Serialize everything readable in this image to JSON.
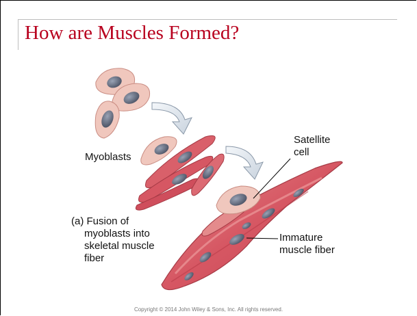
{
  "slide": {
    "title": "How are Muscles Formed?",
    "footer": "Copyright © 2014 John Wiley & Sons, Inc. All rights reserved."
  },
  "figure": {
    "labels": {
      "myoblasts": "Myoblasts",
      "satellite_line1": "Satellite",
      "satellite_line2": "cell",
      "caption_line1": "(a) Fusion of",
      "caption_line2": "myoblasts into",
      "caption_line3": "skeletal muscle",
      "caption_line4": "fiber",
      "immature_line1": "Immature",
      "immature_line2": "muscle fiber"
    },
    "colors": {
      "title": "#b8001e",
      "myoblast_fill": "#f0c7bd",
      "nucleus": "#5d6577",
      "muscle_fill": "#d9606a",
      "muscle_light": "#e9a1a0",
      "arrow_fill": "#dfe6ee"
    }
  }
}
